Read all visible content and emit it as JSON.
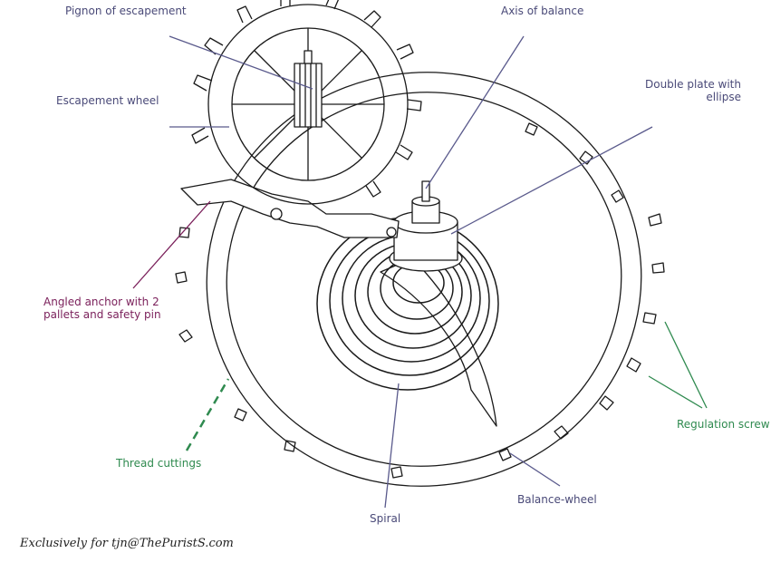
{
  "labels": {
    "pignon": "Pignon of escapement",
    "axis": "Axis of balance",
    "double_plate_1": "Double plate with",
    "double_plate_2": "ellipse",
    "escapement_wheel": "Escapement wheel",
    "anchor_1": "Angled anchor with 2",
    "anchor_2": "pallets and safety pin",
    "regulation": "Regulation screw",
    "thread": "Thread cuttings",
    "spiral": "Spiral",
    "balance_wheel": "Balance-wheel"
  },
  "credit": "Exclusively for tjn@ThePuristS.com",
  "colors": {
    "leader_blue": "#5a5a8c",
    "leader_purple": "#7a1f5a",
    "leader_green": "#2f8a4f",
    "drawing": "#1a1a1a"
  }
}
